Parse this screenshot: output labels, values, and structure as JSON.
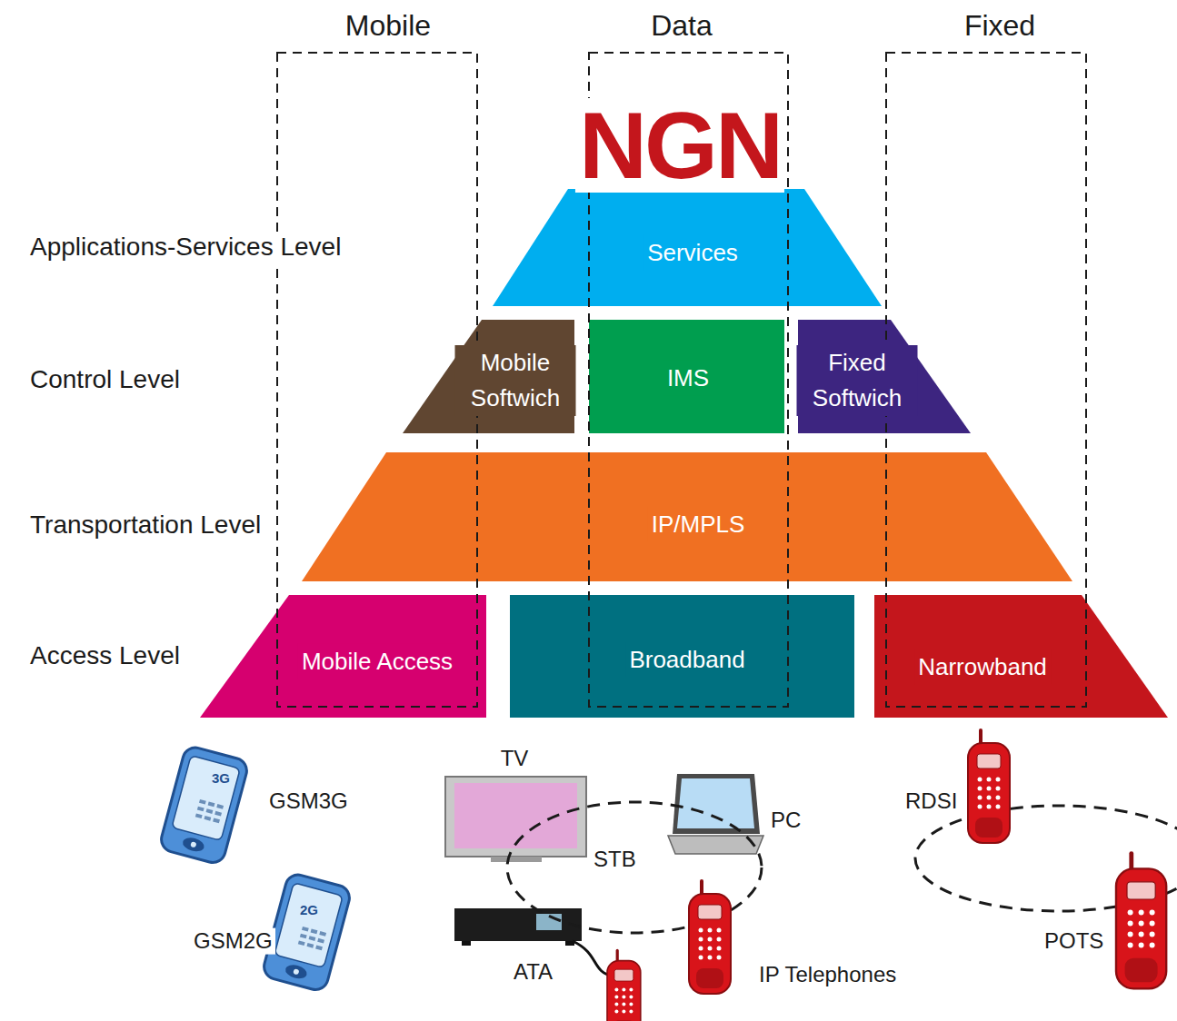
{
  "diagram": {
    "title": "NGN",
    "nodes": [
      {
        "text": [
          "Services"
        ]
      },
      {
        "text": [
          "Mobile Softwich"
        ]
      },
      {
        "text": [
          "IMS"
        ]
      },
      {
        "text": [
          "Fixed Softwich"
        ]
      },
      {
        "text": [
          "IP/MPLS"
        ]
      },
      {
        "text": [
          "Mobile Access"
        ]
      },
      {
        "text": [
          "Broadband"
        ]
      },
      {
        "text": [
          "Narrowband"
        ]
      }
    ],
    "labels": [
      "Mobile",
      "Data",
      "Fixed",
      "Applications-Services Level",
      "Control Level",
      "Transportation Level",
      "Access Level",
      "TV",
      "3G",
      "GSM3G",
      "PC",
      "STB",
      "RDSI",
      "2G",
      "GSM2G",
      "ATA",
      "IP Telephones",
      "POTS"
    ]
  }
}
